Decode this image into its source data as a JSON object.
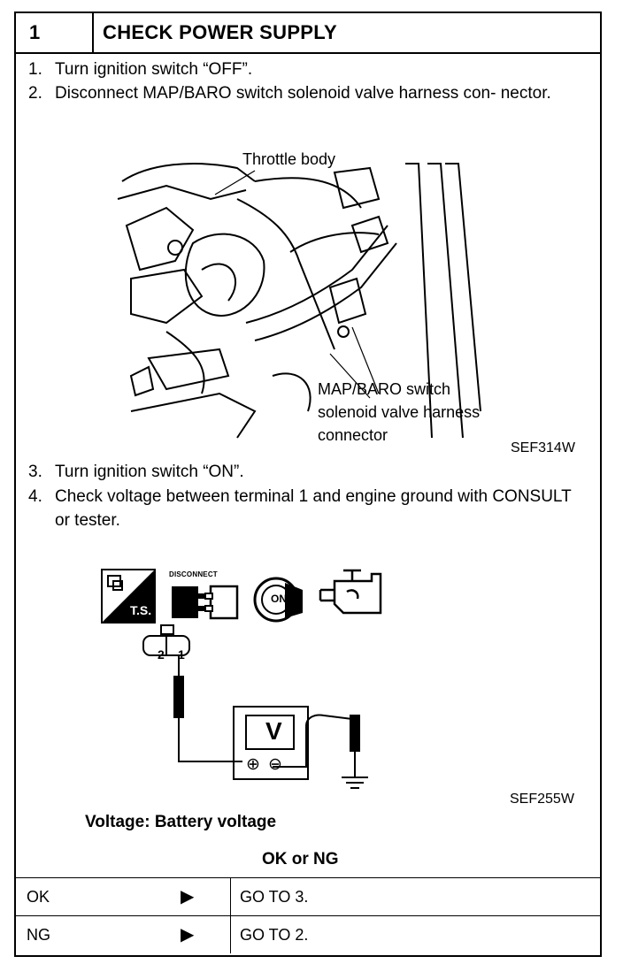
{
  "header": {
    "number": "1",
    "title": "CHECK POWER SUPPLY"
  },
  "steps": [
    {
      "n": "1.",
      "text": "Turn ignition switch “OFF”."
    },
    {
      "n": "2.",
      "text": "Disconnect MAP/BARO switch solenoid valve harness con- nector."
    },
    {
      "n": "3.",
      "text": "Turn ignition switch “ON”."
    },
    {
      "n": "4.",
      "text": "Check voltage between terminal 1 and engine ground with CONSULT or tester."
    }
  ],
  "figure1": {
    "label_throttle": "Throttle body",
    "label_valve_1": "MAP/BARO switch",
    "label_valve_2": "solenoid valve harness",
    "label_valve_3": "connector",
    "code": "SEF314W"
  },
  "figure2": {
    "ts": "T.S.",
    "disconnect": "DISCONNECT",
    "on": "ON",
    "pin2": "2",
    "pin1": "1",
    "meter": "V",
    "plus": "⊕",
    "minus": "⊖",
    "code": "SEF255W"
  },
  "spec": "Voltage: Battery voltage",
  "decision": {
    "title": "OK or NG",
    "rows": [
      {
        "result": "OK",
        "arrow": "▶",
        "action": "GO TO 3."
      },
      {
        "result": "NG",
        "arrow": "▶",
        "action": "GO TO 2."
      }
    ]
  }
}
